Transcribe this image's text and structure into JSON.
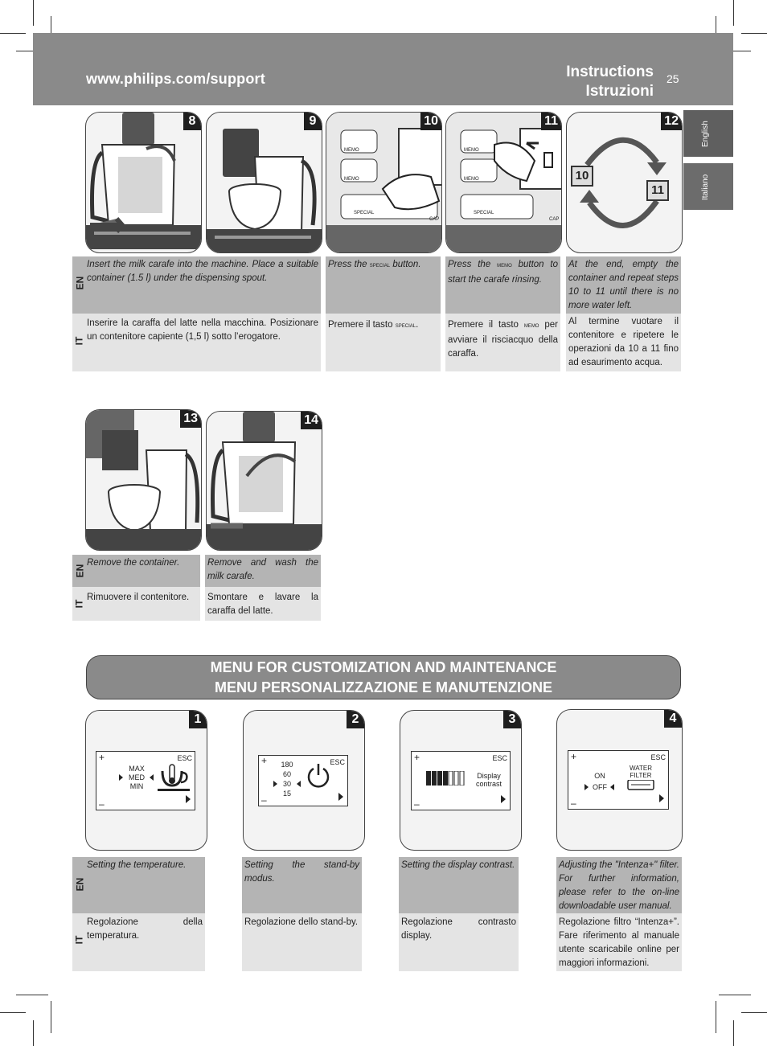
{
  "header": {
    "url": "www.philips.com/support",
    "title_en": "Instructions",
    "title_it": "Istruzioni",
    "page_number": "25"
  },
  "side_tabs": {
    "english": "English",
    "italiano": "Italiano"
  },
  "lang": {
    "en": "EN",
    "it": "IT"
  },
  "steps_top": [
    {
      "num": "8",
      "en": "Insert the milk carafe into the machine. Place a suitable container (1.5 l) under the dispensing spout.",
      "it": "Inserire la caraffa del latte nella macchina. Posizionare un contenitore capiente (1,5 l) sotto l’erogatore."
    },
    {
      "num": "9"
    },
    {
      "num": "10",
      "en_pre": "Press the",
      "en_post": "button.",
      "it_pre": "Premere il tasto",
      "it_post": "."
    },
    {
      "num": "11",
      "en_pre": "Press the",
      "en_post": "button to start the carafe rinsing.",
      "it_pre": "Premere il tasto",
      "it_post": "per avviare il risciacquo della caraffa."
    },
    {
      "num": "12",
      "en": "At the end, empty the container and repeat steps 10 to 11 until there is no more water left.",
      "it": "Al termine vuotare il contenitore e ripetere le operazioni da 10 a 11 fino ad esaurimento acqua.",
      "loop_a": "10",
      "loop_b": "11"
    }
  ],
  "buttons": {
    "memo": "MEMO",
    "special": "SPECIAL",
    "cap": "CAP"
  },
  "steps_mid": [
    {
      "num": "13",
      "en": "Remove the container.",
      "it": "Rimuovere il contenitore."
    },
    {
      "num": "14",
      "en": "Remove and wash the milk carafe.",
      "it": "Smontare e lavare la caraffa del latte."
    }
  ],
  "menu_title": {
    "line1": "MENU FOR CUSTOMIZATION AND MAINTENANCE",
    "line2": "MENU PERSONALIZZAZIONE E MANUTENZIONE"
  },
  "menu_steps": [
    {
      "num": "1",
      "en": "Setting the temperature.",
      "it": "Regolazione della temperatura.",
      "lcd": [
        "MAX",
        "MED",
        "MIN"
      ]
    },
    {
      "num": "2",
      "en": "Setting the stand-by modus.",
      "it": "Regolazione dello stand-by.",
      "lcd": [
        "180",
        "60",
        "30",
        "15"
      ]
    },
    {
      "num": "3",
      "en": "Setting the display contrast.",
      "it": "Regolazione contrasto display.",
      "lcd": [
        "Display",
        "contrast"
      ]
    },
    {
      "num": "4",
      "en": "Adjusting the \"Intenza+\" filter. For further information, please refer to the on-line downloadable user manual.",
      "it": "Regolazione filtro “Intenza+”. Fare riferimento al manuale utente scaricabile online per maggiori informazioni.",
      "lcd": [
        "ON",
        "OFF",
        "WATER",
        "FILTER"
      ]
    }
  ],
  "lcd_labels": {
    "plus": "+",
    "minus": "–",
    "esc": "ESC"
  }
}
